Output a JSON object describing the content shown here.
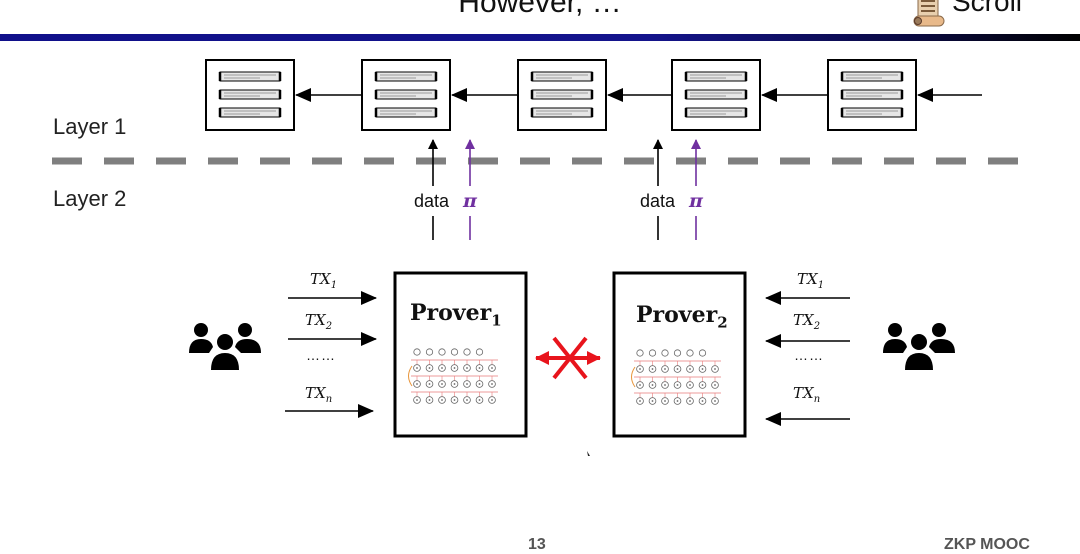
{
  "slide": {
    "title": "However, …",
    "logo_text": "Scroll",
    "logo_icon": "scroll-icon",
    "page_number": "13",
    "footer_brand": "ZKP MOOC"
  },
  "layers": {
    "layer1_label": "Layer 1",
    "layer2_label": "Layer 2"
  },
  "blocks": {
    "count": 5,
    "rows_per_block": 3
  },
  "submissions": [
    {
      "data_label": "data",
      "proof_label": "π"
    },
    {
      "data_label": "data",
      "proof_label": "π"
    }
  ],
  "provers": [
    {
      "name": "Prover",
      "subscript": "1",
      "transactions": [
        {
          "name": "TX",
          "sub": "1"
        },
        {
          "name": "TX",
          "sub": "2"
        },
        {
          "name": "……",
          "sub": ""
        },
        {
          "name": "TX",
          "sub": "n"
        }
      ],
      "users_icon": "users-group-icon"
    },
    {
      "name": "Prover",
      "subscript": "2",
      "transactions": [
        {
          "name": "TX",
          "sub": "1"
        },
        {
          "name": "TX",
          "sub": "2"
        },
        {
          "name": "……",
          "sub": ""
        },
        {
          "name": "TX",
          "sub": "n"
        }
      ],
      "users_icon": "users-group-icon"
    }
  ],
  "no_communication_icon": "blocked-bidirectional-arrow-icon",
  "colors": {
    "proof_purple": "#7030a0",
    "blocked_red": "#e8141c",
    "separator_gray": "#7f7f7f",
    "title_bar_blue": "#10108a"
  }
}
